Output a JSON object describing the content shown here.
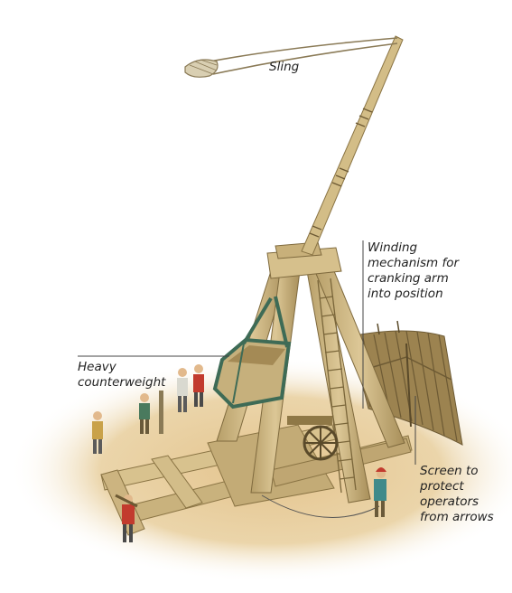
{
  "labels": {
    "sling": "Sling",
    "winding": "Winding\nmechanism for\ncranking arm\ninto position",
    "counterweight": "Heavy\ncounterweight",
    "screen": "Screen to\nprotect\noperators\nfrom arrows"
  },
  "colors": {
    "ground": "#e7cfa0",
    "wood": "#cdb681",
    "wood_dark": "#9a8452",
    "counterweight_frame": "#3e6b56",
    "leader_line": "#444444"
  }
}
